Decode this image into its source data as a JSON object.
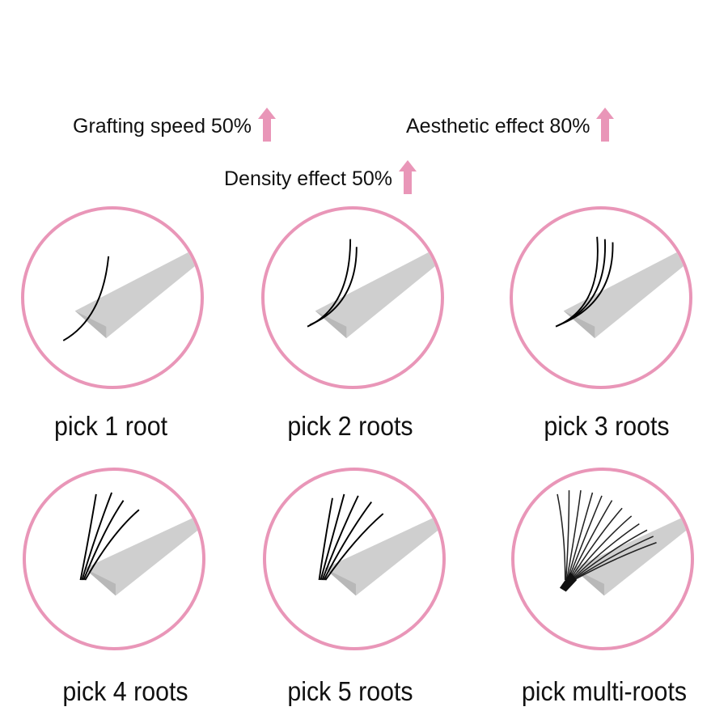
{
  "accent_color": "#e996b8",
  "stats": [
    {
      "label": "Grafting speed 50%",
      "icon": "up-arrow-icon"
    },
    {
      "label": "Aesthetic effect 80%",
      "icon": "up-arrow-icon"
    },
    {
      "label": "Density effect 50%",
      "icon": "up-arrow-icon"
    }
  ],
  "items": [
    {
      "label": "pick 1 root",
      "lashes": 1
    },
    {
      "label": "pick 2 roots",
      "lashes": 2
    },
    {
      "label": "pick 3 roots",
      "lashes": 3
    },
    {
      "label": "pick 4 roots",
      "lashes": 4
    },
    {
      "label": "pick 5 roots",
      "lashes": 5
    },
    {
      "label": "pick multi-roots",
      "lashes": 12
    }
  ]
}
